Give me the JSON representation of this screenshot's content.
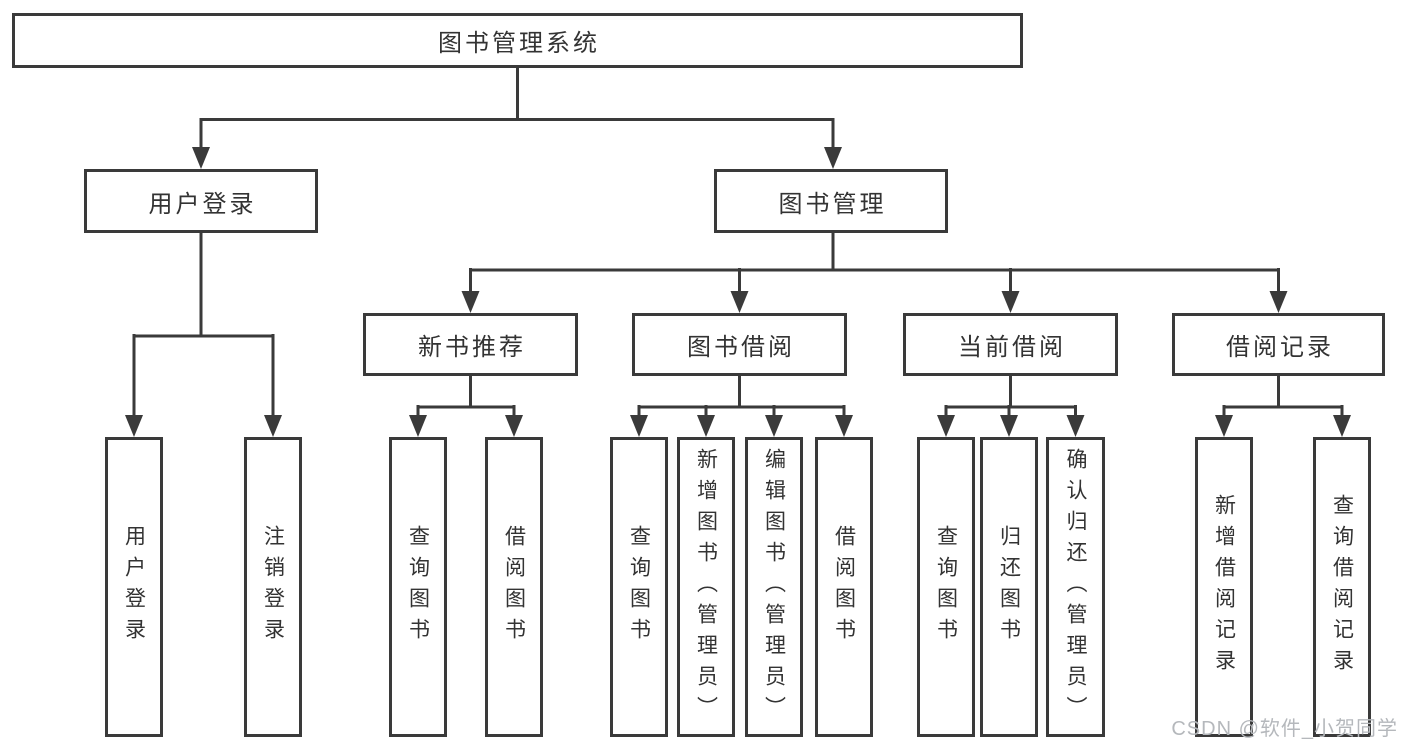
{
  "diagram": {
    "root": {
      "label": "图书管理系统"
    },
    "level2": [
      {
        "label": "用户登录"
      },
      {
        "label": "图书管理"
      }
    ],
    "level3": [
      {
        "label": "新书推荐"
      },
      {
        "label": "图书借阅"
      },
      {
        "label": "当前借阅"
      },
      {
        "label": "借阅记录"
      }
    ],
    "leaves": {
      "user_login": [
        {
          "label": "用户登录"
        },
        {
          "label": "注销登录"
        }
      ],
      "new_book_recommend": [
        {
          "label": "查询图书"
        },
        {
          "label": "借阅图书"
        }
      ],
      "book_borrow": [
        {
          "label": "查询图书"
        },
        {
          "label": "新增图书（管理员）"
        },
        {
          "label": "编辑图书（管理员）"
        },
        {
          "label": "借阅图书"
        }
      ],
      "current_borrow": [
        {
          "label": "查询图书"
        },
        {
          "label": "归还图书"
        },
        {
          "label": "确认归还（管理员）"
        }
      ],
      "borrow_records": [
        {
          "label": "新增借阅记录"
        },
        {
          "label": "查询借阅记录"
        }
      ]
    },
    "watermark": "CSDN @软件_小贺同学",
    "colors": {
      "line": "#3a3a3a",
      "text": "#333333",
      "background": "#ffffff",
      "watermark": "#b5b8bc"
    }
  }
}
